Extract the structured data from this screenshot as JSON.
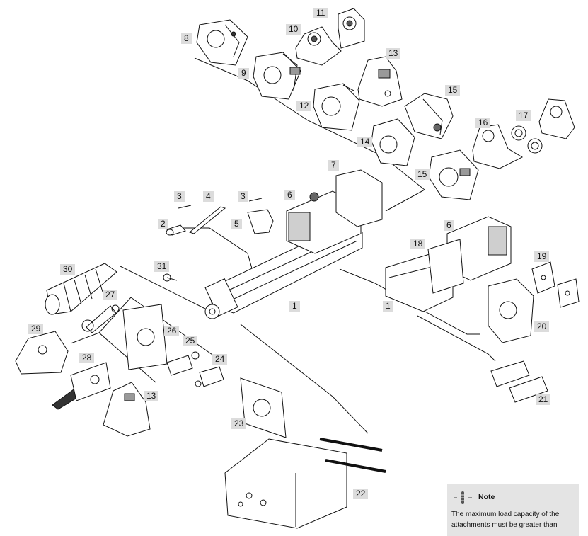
{
  "note": {
    "title": "Note",
    "text": "The maximum load capacity of the attachments must be greater than"
  },
  "callouts": {
    "c1a": "1",
    "c1b": "1",
    "c2": "2",
    "c3a": "3",
    "c3b": "3",
    "c4": "4",
    "c5": "5",
    "c6a": "6",
    "c6b": "6",
    "c7": "7",
    "c8": "8",
    "c9": "9",
    "c10": "10",
    "c11": "11",
    "c12": "12",
    "c13a": "13",
    "c13b": "13",
    "c14": "14",
    "c15a": "15",
    "c15b": "15",
    "c16": "16",
    "c17": "17",
    "c18": "18",
    "c19": "19",
    "c20": "20",
    "c21": "21",
    "c22": "22",
    "c23": "23",
    "c24": "24",
    "c25": "25",
    "c26": "26",
    "c27": "27",
    "c28": "28",
    "c29": "29",
    "c30": "30",
    "c31": "31"
  }
}
